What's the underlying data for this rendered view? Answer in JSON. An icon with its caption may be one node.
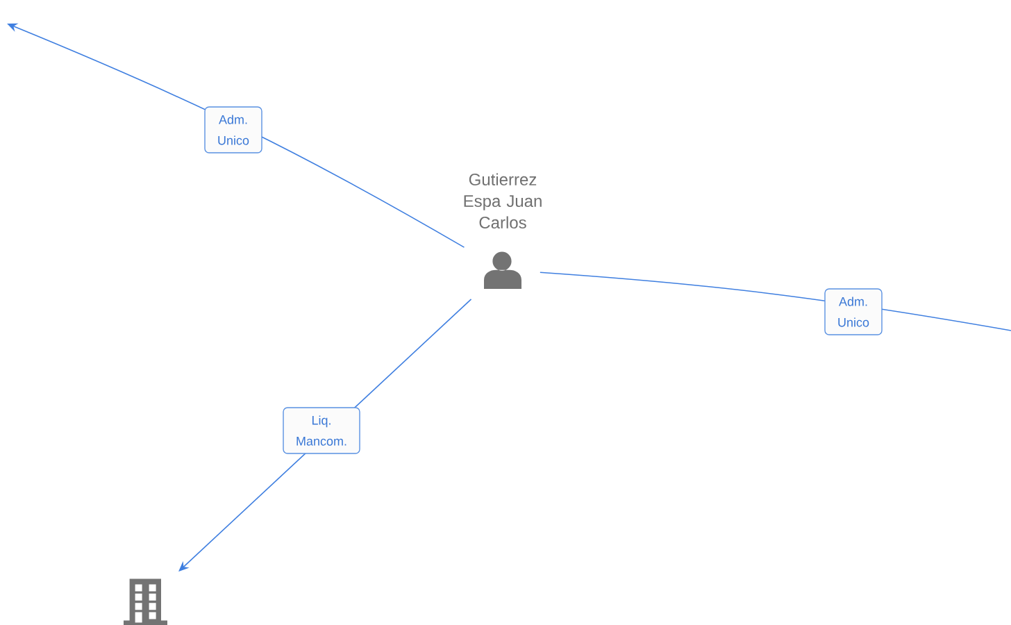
{
  "diagram": {
    "nodes": [
      {
        "text": [
          "Gutierrez Espa Juan Carlos"
        ]
      },
      {
        "text": [],
        "shape": "picture"
      }
    ],
    "edges": [
      {
        "from": 0,
        "to": null,
        "arrow": "to",
        "label": "Adm. Unico"
      },
      {
        "from": 0,
        "to": null,
        "arrow": "none",
        "label": "Adm. Unico"
      },
      {
        "from": 0,
        "to": 1,
        "arrow": "to",
        "label": "Liq. Mancom."
      }
    ]
  }
}
